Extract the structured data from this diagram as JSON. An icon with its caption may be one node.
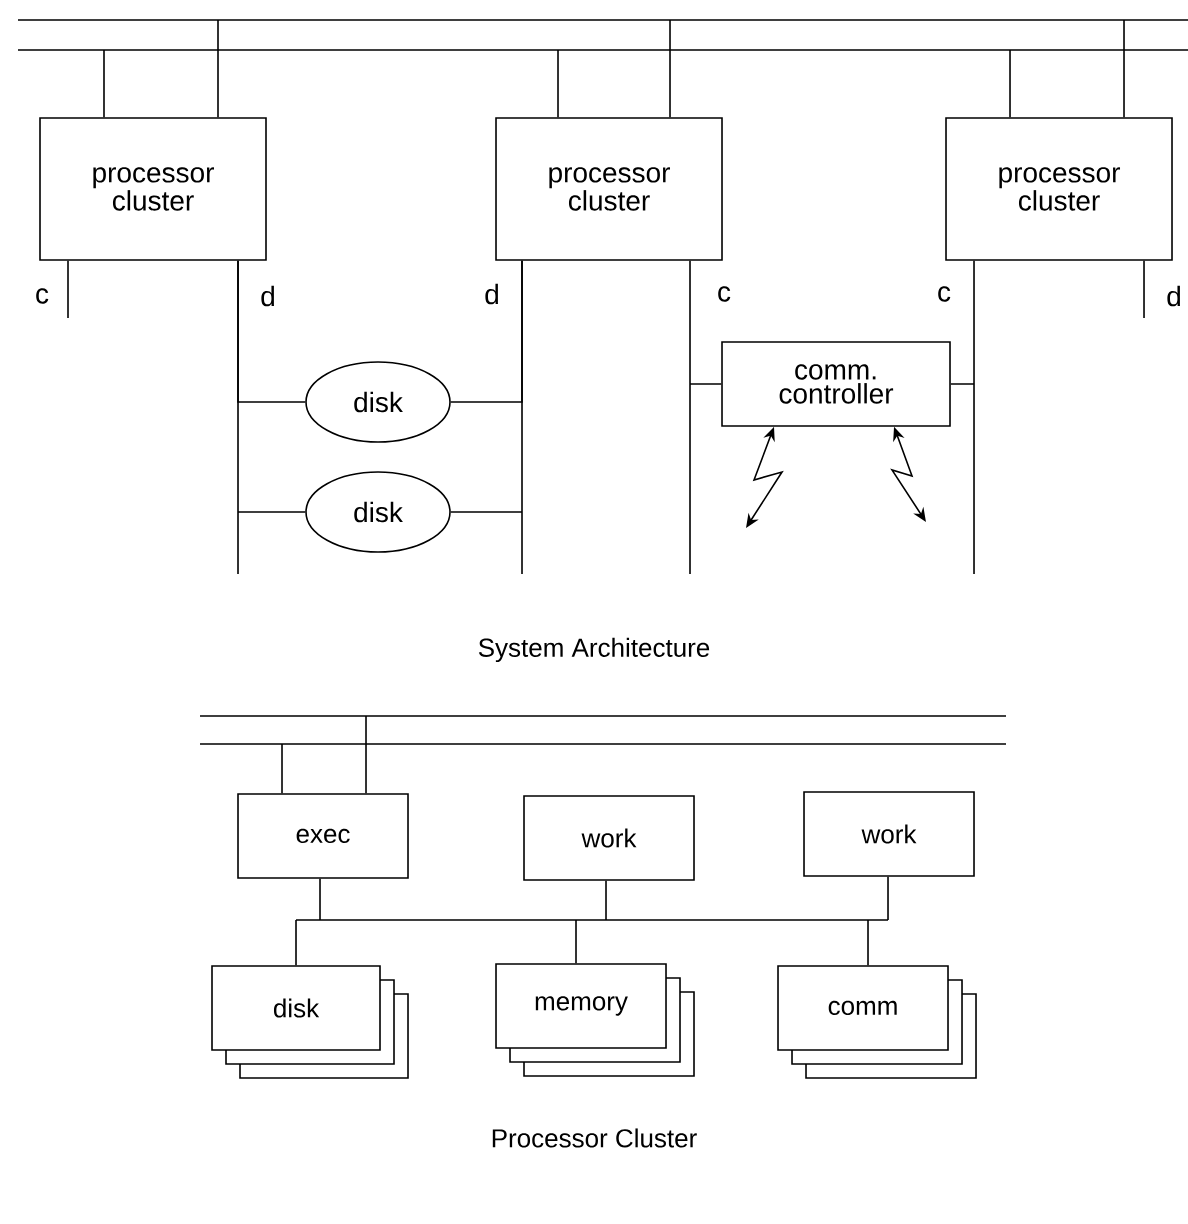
{
  "diagram": {
    "nodes": [
      {
        "text": [],
        "shape": "bar"
      },
      {
        "text": [],
        "shape": "bar"
      },
      {
        "text": [
          "processor cluster"
        ]
      },
      {
        "text": [
          "processor cluster"
        ]
      },
      {
        "text": [
          "processor cluster"
        ]
      },
      {
        "text": [
          "disk"
        ]
      },
      {
        "text": [
          "disk"
        ]
      },
      {
        "text": [
          "comm. controller"
        ]
      },
      {
        "text": [],
        "shape": "bar"
      },
      {
        "text": [],
        "shape": "bar"
      },
      {
        "text": [
          "exec"
        ]
      },
      {
        "text": [
          "work"
        ]
      },
      {
        "text": [
          "work"
        ]
      },
      {
        "text": [],
        "shape": "bar"
      },
      {
        "text": [
          "disk"
        ]
      },
      {
        "text": [
          "memory"
        ]
      },
      {
        "text": [
          "comm"
        ]
      }
    ],
    "edges": [
      {
        "from": 2,
        "to": 1,
        "arrow": "none"
      },
      {
        "from": 2,
        "to": 0,
        "arrow": "none"
      },
      {
        "from": 3,
        "to": 1,
        "arrow": "none"
      },
      {
        "from": 3,
        "to": 0,
        "arrow": "none"
      },
      {
        "from": 4,
        "to": 1,
        "arrow": "none"
      },
      {
        "from": 4,
        "to": 0,
        "arrow": "none"
      },
      {
        "from": 2,
        "to": null,
        "arrow": "none"
      },
      {
        "from": 2,
        "to": 5,
        "arrow": "none"
      },
      {
        "from": 2,
        "to": 6,
        "arrow": "none"
      },
      {
        "from": 3,
        "to": 5,
        "arrow": "none"
      },
      {
        "from": 3,
        "to": 6,
        "arrow": "none"
      },
      {
        "from": 3,
        "to": 7,
        "arrow": "none"
      },
      {
        "from": 4,
        "to": 7,
        "arrow": "none"
      },
      {
        "from": 4,
        "to": null,
        "arrow": "none"
      },
      {
        "from": 7,
        "to": null,
        "arrow": "both"
      },
      {
        "from": 7,
        "to": null,
        "arrow": "both"
      },
      {
        "from": 10,
        "to": 9,
        "arrow": "none"
      },
      {
        "from": 10,
        "to": 8,
        "arrow": "none"
      },
      {
        "from": 10,
        "to": 13,
        "arrow": "none"
      },
      {
        "from": 11,
        "to": 13,
        "arrow": "none"
      },
      {
        "from": 12,
        "to": 13,
        "arrow": "none"
      },
      {
        "from": 13,
        "to": 14,
        "arrow": "none"
      },
      {
        "from": 13,
        "to": 15,
        "arrow": "none"
      },
      {
        "from": 13,
        "to": 16,
        "arrow": "none"
      }
    ],
    "labels": [
      "c",
      "d",
      "d",
      "c",
      "c",
      "d",
      "System Architecture",
      "Processor Cluster"
    ]
  }
}
